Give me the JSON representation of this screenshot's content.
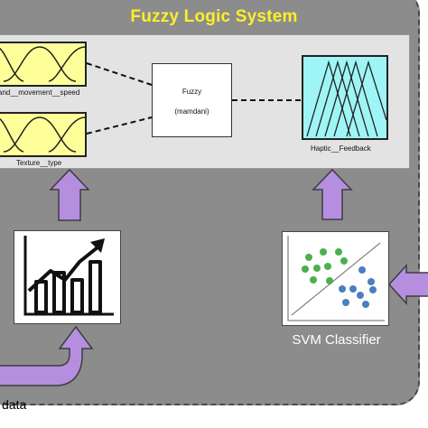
{
  "title": "Fuzzy Logic System",
  "inputs": [
    {
      "label": "and__movement__speed"
    },
    {
      "label": "Texture__type"
    }
  ],
  "fuzzy": {
    "name": "Fuzzy",
    "method": "(mamdani)"
  },
  "output": {
    "label": "Haptic__Feedback"
  },
  "classifier": {
    "label": "SVM Classifier"
  },
  "data_label": "data",
  "colors": {
    "frame": "#8c8c8c",
    "panel": "#e3e3e3",
    "title": "#ffee2a",
    "input_mf": "#ffff99",
    "output_mf": "#9ff5f5",
    "arrow": "#b58ee0",
    "svm_green": "#4caf50",
    "svm_blue": "#4a7fc0"
  }
}
